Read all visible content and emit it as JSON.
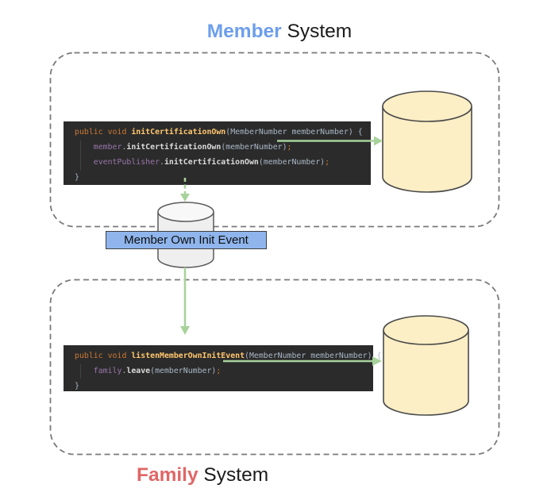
{
  "titles": {
    "member_highlight": "Member",
    "member_rest": " System",
    "family_highlight": "Family",
    "family_rest": " System"
  },
  "event_label": "Member Own Init Event",
  "colors": {
    "member_accent": "#6D9EEB",
    "family_accent": "#E06666",
    "event_box_fill": "#8FB5EC",
    "arrow_green": "#A8D29B",
    "database_fill": "#FCEEC5",
    "queue_fill": "#EFEFEF",
    "code_background": "#2B2B2B"
  },
  "icons": {
    "member_database": "database-cylinder",
    "family_database": "database-cylinder",
    "event_queue": "queue-cylinder"
  },
  "code_blocks": [
    {
      "name": "member-publish-code",
      "lines": [
        [
          {
            "text": "public void ",
            "type": "keyword"
          },
          {
            "text": "initCertificationOwn",
            "type": "decl"
          },
          {
            "text": "(MemberNumber memberNumber) {",
            "type": "plain"
          }
        ],
        [
          {
            "text": "    ",
            "type": "plain"
          },
          {
            "text": "member",
            "type": "field"
          },
          {
            "text": ".",
            "type": "plain"
          },
          {
            "text": "initCertificationOwn",
            "type": "call"
          },
          {
            "text": "(memberNumber)",
            "type": "plain"
          },
          {
            "text": ";",
            "type": "keyword"
          }
        ],
        [
          {
            "text": "    ",
            "type": "plain"
          },
          {
            "text": "eventPublisher",
            "type": "field"
          },
          {
            "text": ".",
            "type": "plain"
          },
          {
            "text": "initCertificationOwn",
            "type": "call"
          },
          {
            "text": "(memberNumber)",
            "type": "plain"
          },
          {
            "text": ";",
            "type": "keyword"
          }
        ],
        [
          {
            "text": "}",
            "type": "plain"
          }
        ]
      ]
    },
    {
      "name": "family-listener-code",
      "lines": [
        [
          {
            "text": "public void ",
            "type": "keyword"
          },
          {
            "text": "listenMemberOwnInitEvent",
            "type": "decl"
          },
          {
            "text": "(MemberNumber memberNumber) {",
            "type": "plain"
          }
        ],
        [
          {
            "text": "    ",
            "type": "plain"
          },
          {
            "text": "family",
            "type": "field"
          },
          {
            "text": ".",
            "type": "plain"
          },
          {
            "text": "leave",
            "type": "call"
          },
          {
            "text": "(memberNumber)",
            "type": "plain"
          },
          {
            "text": ";",
            "type": "keyword"
          }
        ],
        [
          {
            "text": "}",
            "type": "plain"
          }
        ]
      ]
    }
  ]
}
